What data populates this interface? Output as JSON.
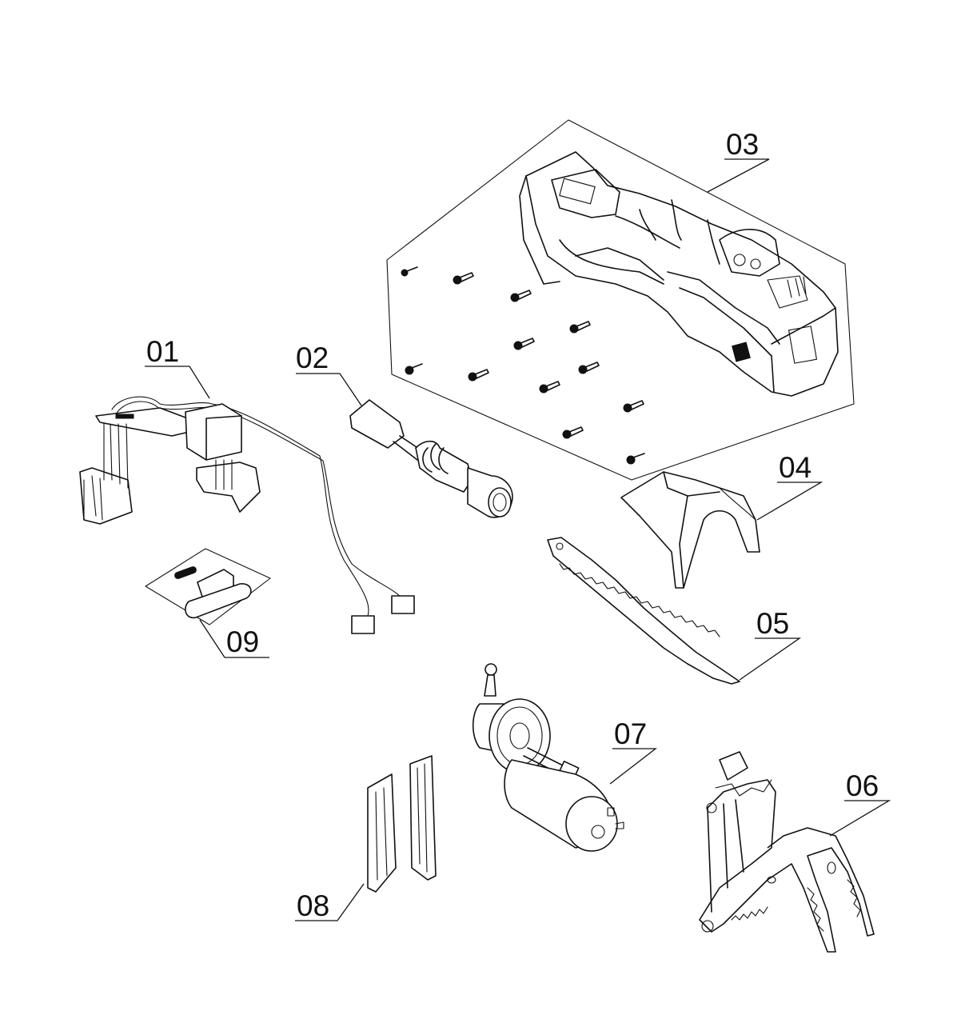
{
  "diagram": {
    "type": "exploded-parts-view",
    "parts": [
      {
        "id": "p01",
        "label": "01",
        "name": "switch-and-wiring-harness"
      },
      {
        "id": "p02",
        "label": "02",
        "name": "drive-shaft-assembly"
      },
      {
        "id": "p03",
        "label": "03",
        "name": "housing-with-screws"
      },
      {
        "id": "p04",
        "label": "04",
        "name": "front-guard"
      },
      {
        "id": "p05",
        "label": "05",
        "name": "saw-blade"
      },
      {
        "id": "p06",
        "label": "06",
        "name": "clamp-jaw-assembly"
      },
      {
        "id": "p07",
        "label": "07",
        "name": "motor-and-gear-assembly"
      },
      {
        "id": "p08",
        "label": "08",
        "name": "battery-contact-plates"
      },
      {
        "id": "p09",
        "label": "09",
        "name": "small-parts-kit"
      }
    ]
  }
}
